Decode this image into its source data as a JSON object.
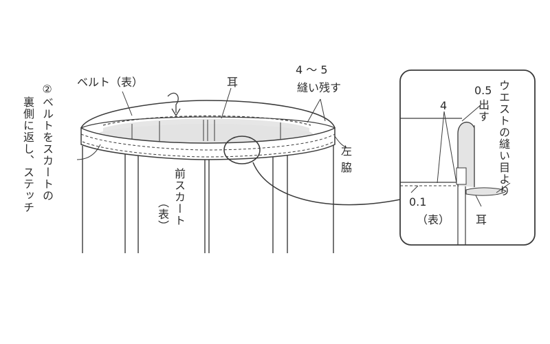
{
  "labels": {
    "belt_front": "ベルト（表）",
    "ear": "耳",
    "leave_unsewn_range": "4 〜 5",
    "leave_unsewn": "縫い残す",
    "step_instruction": "②ベルトをスカートの",
    "step_instruction_2": "裏側に返し、ステッチ",
    "left_side": "左",
    "left_side_2": "脇",
    "front_skirt": "前スカート",
    "front_skirt_face": "（表）"
  },
  "detail": {
    "from_waist_seam": "ウエストの縫い目より",
    "extend_value": "0.5",
    "extend_label": "出す",
    "belt_width": "4",
    "stitch_offset": "0.1",
    "face": "（表）",
    "ear": "耳"
  },
  "colors": {
    "line": "#3a3a3a",
    "belt_shade": "#e6e6e6",
    "background": "#ffffff"
  }
}
